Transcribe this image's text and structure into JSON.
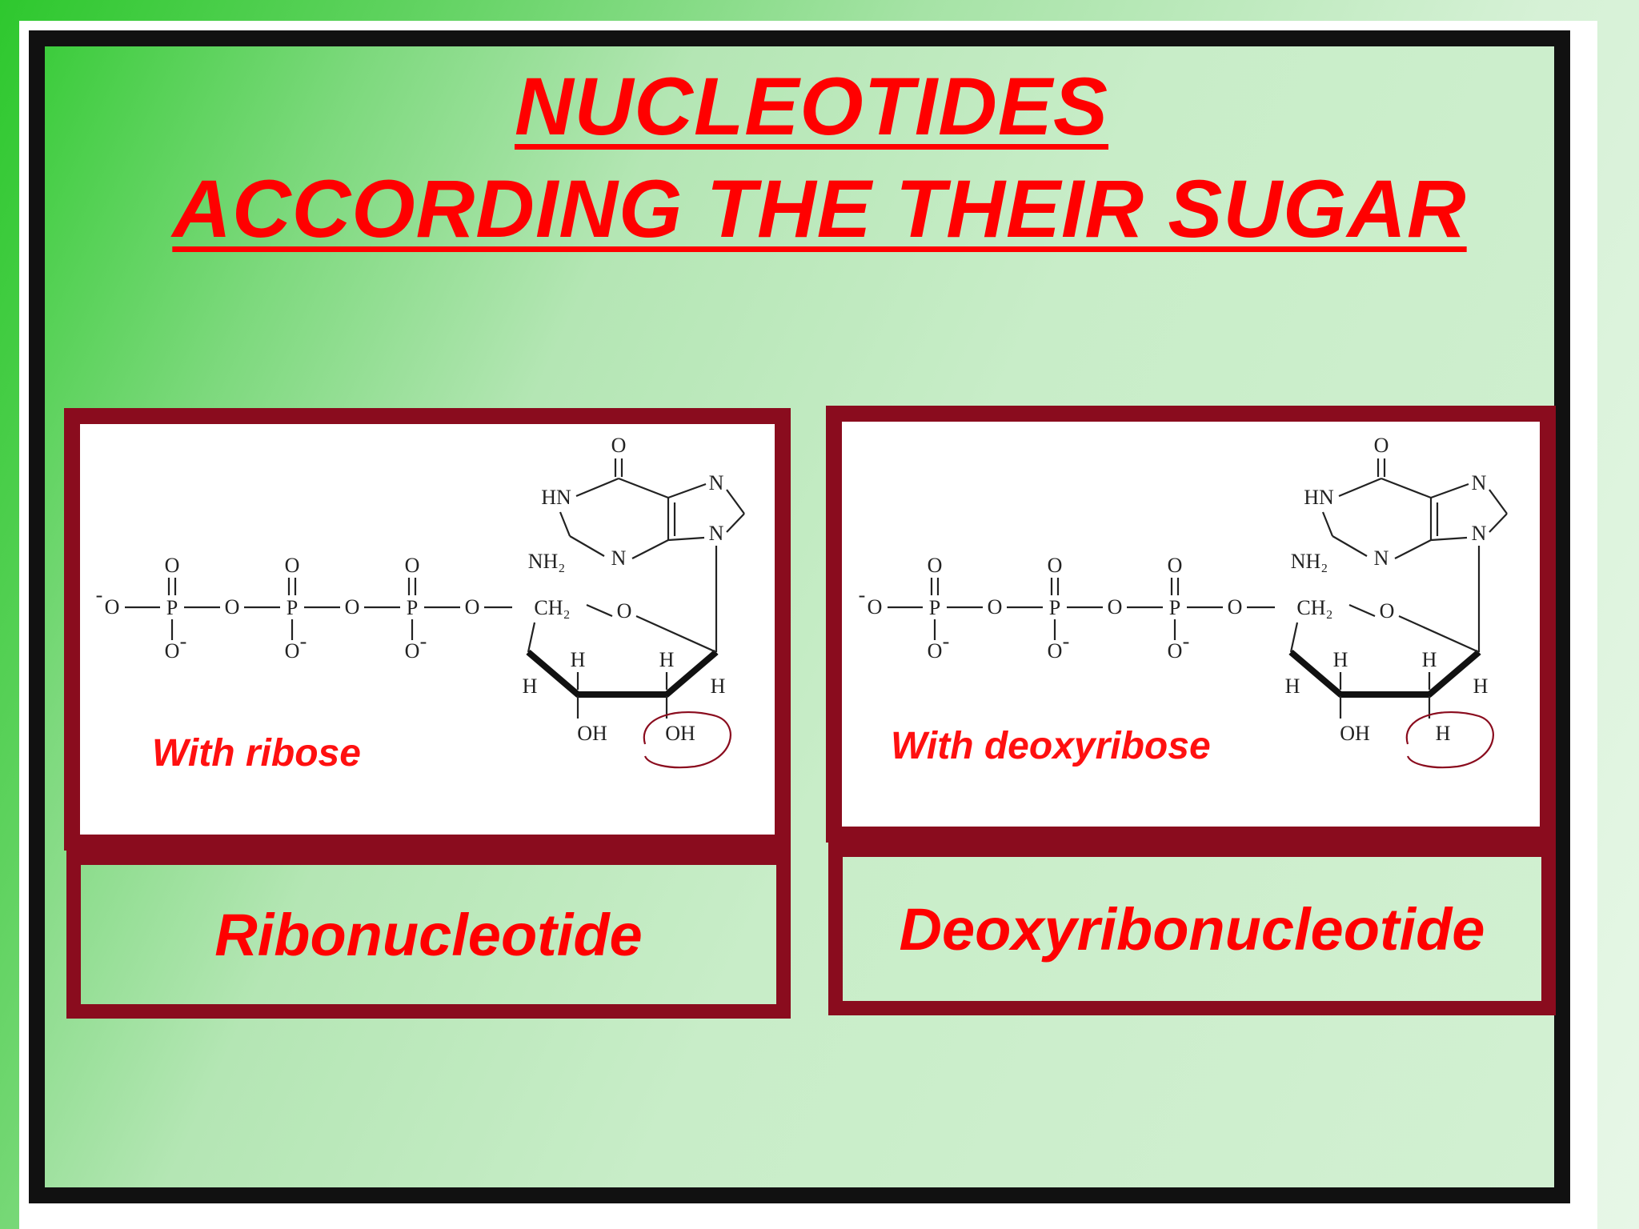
{
  "title": {
    "line1": "NUCLEOTIDES ",
    "line2": "ACCORDING THE THEIR SUGAR"
  },
  "panels": [
    {
      "caption": "With ribose",
      "label": "Ribonucleotide",
      "molecule": {
        "phosphate_O": "O",
        "phosphate_P": "P",
        "ch2": "CH₂",
        "ring_O": "O",
        "ring_H": "H",
        "oh": "OH",
        "circled": "OH",
        "carbonyl_O": "O",
        "hn": "HN",
        "nh2": "NH₂",
        "n": "N"
      },
      "highlight_color": "#8a0c1e"
    },
    {
      "caption": "With deoxyribose",
      "label": "Deoxyribonucleotide",
      "molecule": {
        "phosphate_O": "O",
        "phosphate_P": "P",
        "ch2": "CH₂",
        "ring_O": "O",
        "ring_H": "H",
        "oh": "OH",
        "circled": "H",
        "carbonyl_O": "O",
        "hn": "HN",
        "nh2": "NH₂",
        "n": "N"
      },
      "highlight_color": "#8a0c1e"
    }
  ],
  "colors": {
    "title": "#ff0000",
    "border": "#8a0c1e",
    "frame": "#111111"
  }
}
